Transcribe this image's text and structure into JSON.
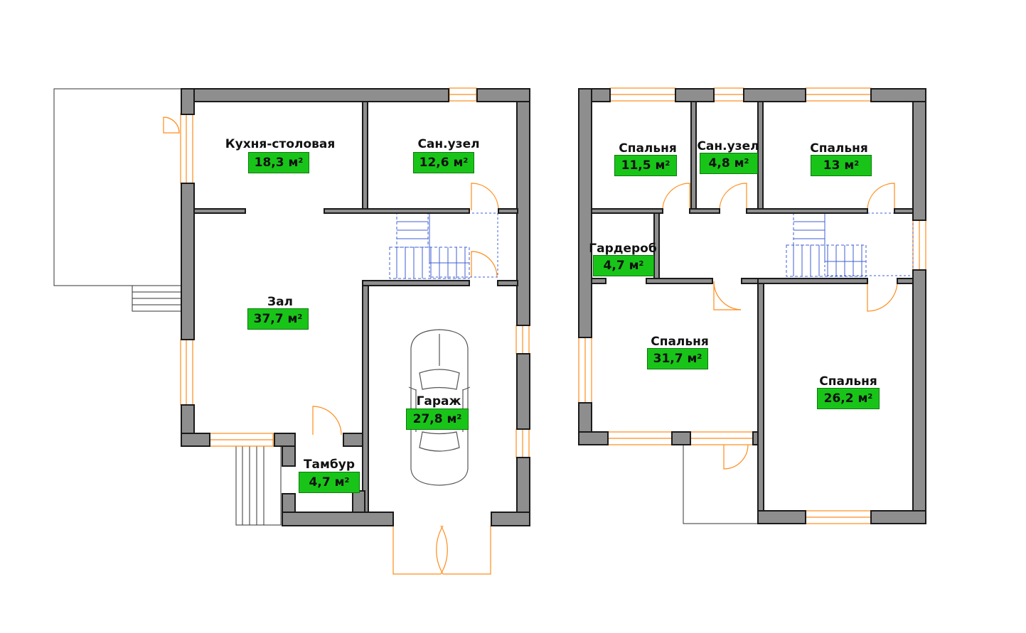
{
  "colors": {
    "wall": "#8e8e8e",
    "wall_outline": "#1a1a1a",
    "label_bg": "#19c419",
    "door": "#ff8c1a",
    "stairs": "#3f5fd6"
  },
  "floors": [
    {
      "rooms": [
        {
          "name": "Кухня-столовая",
          "area": "18,3 м"
        },
        {
          "name": "Сан.узел",
          "area": "12,6 м"
        },
        {
          "name": "Зал",
          "area": "37,7 м"
        },
        {
          "name": "Гараж",
          "area": "27,8 м"
        },
        {
          "name": "Тамбур",
          "area": "4,7 м"
        }
      ]
    },
    {
      "rooms": [
        {
          "name": "Спальня",
          "area": "11,5 м"
        },
        {
          "name": "Сан.узел",
          "area": "4,8 м"
        },
        {
          "name": "Спальня",
          "area": "13 м"
        },
        {
          "name": "Гардероб",
          "area": "4,7 м"
        },
        {
          "name": "Спальня",
          "area": "31,7 м"
        },
        {
          "name": "Спальня",
          "area": "26,2 м"
        }
      ]
    }
  ],
  "area_unit_exponent": "2"
}
